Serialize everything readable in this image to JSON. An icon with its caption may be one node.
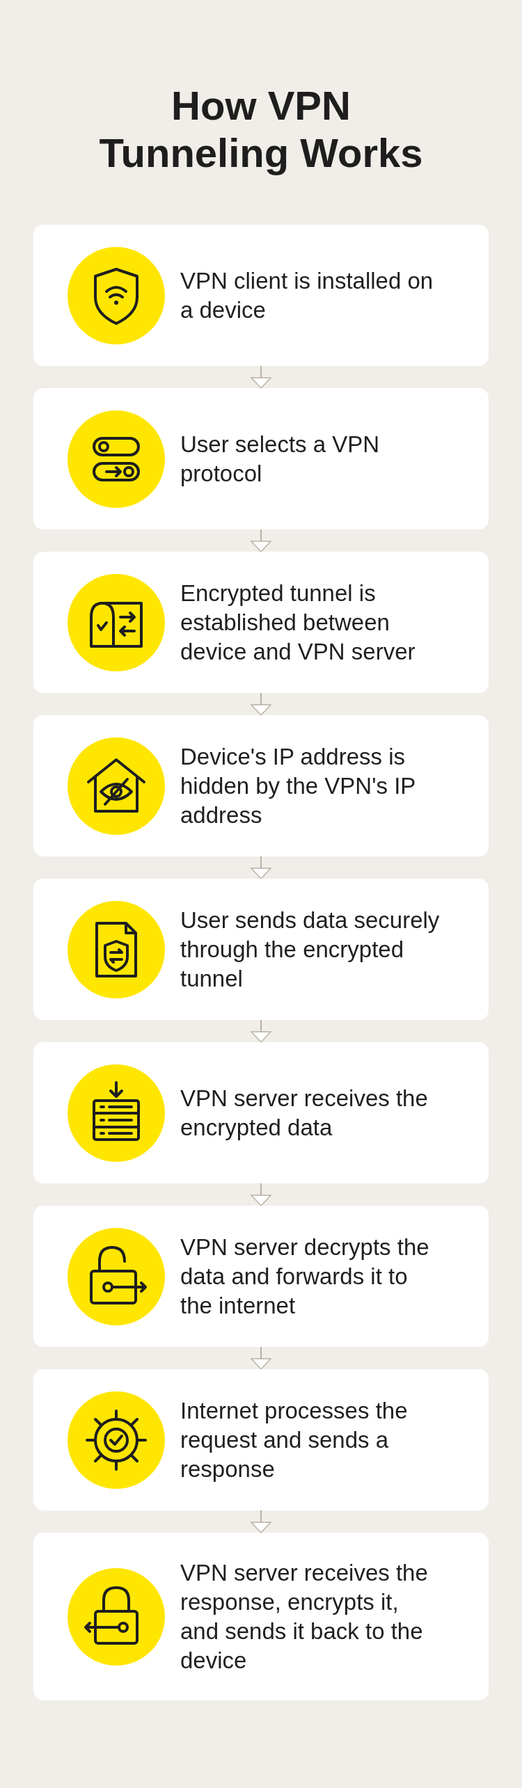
{
  "diagram": {
    "title": "How VPN Tunneling Works",
    "nodes": [
      {
        "text": [
          "VPN client is installed on a device"
        ]
      },
      {
        "text": [
          "User selects a VPN protocol"
        ]
      },
      {
        "text": [
          "Encrypted tunnel is established between device and VPN server"
        ]
      },
      {
        "text": [
          "Device's IP address is hidden by the VPN's IP address"
        ]
      },
      {
        "text": [
          "User sends data securely through the encrypted tunnel"
        ]
      },
      {
        "text": [
          "VPN server receives the encrypted data"
        ]
      },
      {
        "text": [
          "VPN server decrypts the data and forwards it to the internet"
        ]
      },
      {
        "text": [
          "Internet processes the request and sends a response"
        ]
      },
      {
        "text": [
          "VPN server receives the response, encrypts it, and sends it back to the device"
        ]
      }
    ],
    "edges": [
      {
        "from": 0,
        "to": 1,
        "arrow": "to"
      },
      {
        "from": 1,
        "to": 2,
        "arrow": "to"
      },
      {
        "from": 2,
        "to": 3,
        "arrow": "to"
      },
      {
        "from": 3,
        "to": 4,
        "arrow": "to"
      },
      {
        "from": 4,
        "to": 5,
        "arrow": "to"
      },
      {
        "from": 5,
        "to": 6,
        "arrow": "to"
      },
      {
        "from": 6,
        "to": 7,
        "arrow": "to"
      },
      {
        "from": 7,
        "to": 8,
        "arrow": "to"
      }
    ]
  }
}
